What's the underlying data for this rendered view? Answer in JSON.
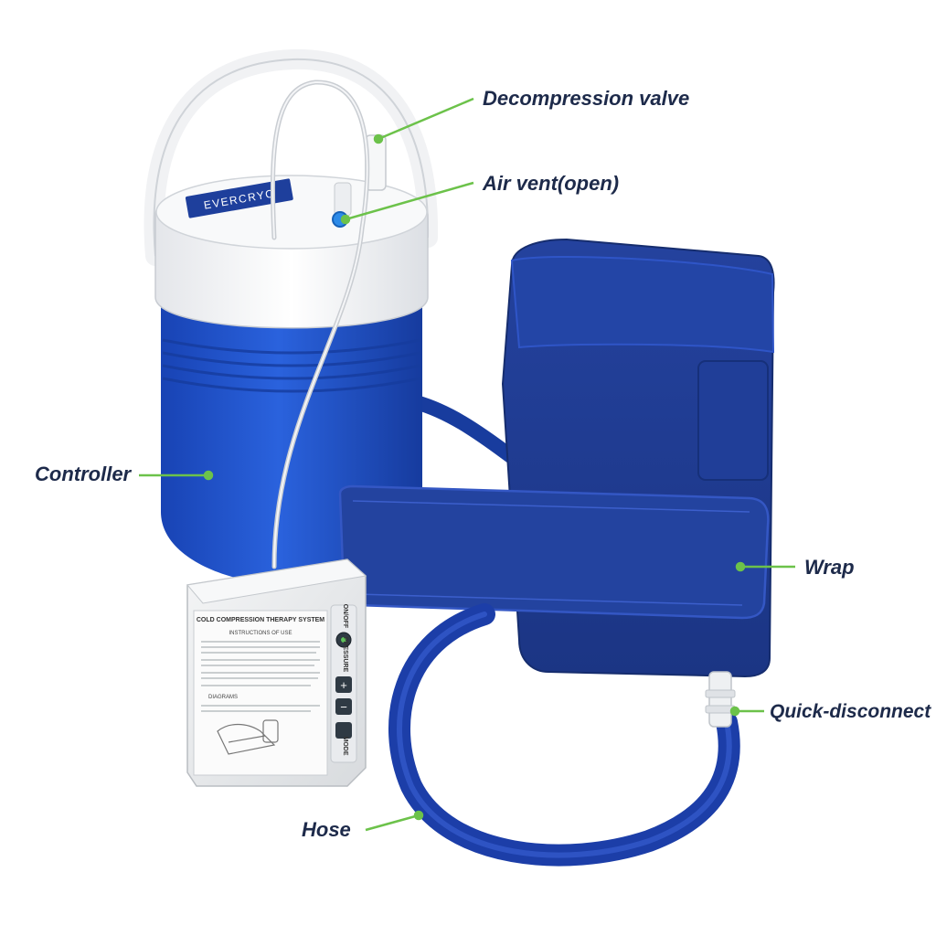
{
  "product": {
    "brand_badge": "EVERCRYO",
    "controller_box": {
      "title": "COLD COMPRESSION THERAPY SYSTEM",
      "instructions_heading": "INSTRUCTIONS OF USE",
      "section_heading": "DIAGRAMS",
      "power_label": "ON/OFF",
      "pressure_label": "PRESSURE",
      "plus_symbol": "+",
      "minus_symbol": "−",
      "mode_label": "MODE"
    }
  },
  "callouts": {
    "decompression_valve": "Decompression valve",
    "air_vent": "Air vent(open)",
    "controller": "Controller",
    "wrap": "Wrap",
    "quick_disconnect": "Quick-disconnect",
    "hose": "Hose"
  },
  "colors": {
    "callout_text": "#1d2a4a",
    "callout_line": "#6cc24a",
    "cooler_blue": "#1f4fc4",
    "wrap_navy": "#1f3a8f",
    "hose_blue": "#1f45b8",
    "lid_white": "#f3f4f6"
  }
}
